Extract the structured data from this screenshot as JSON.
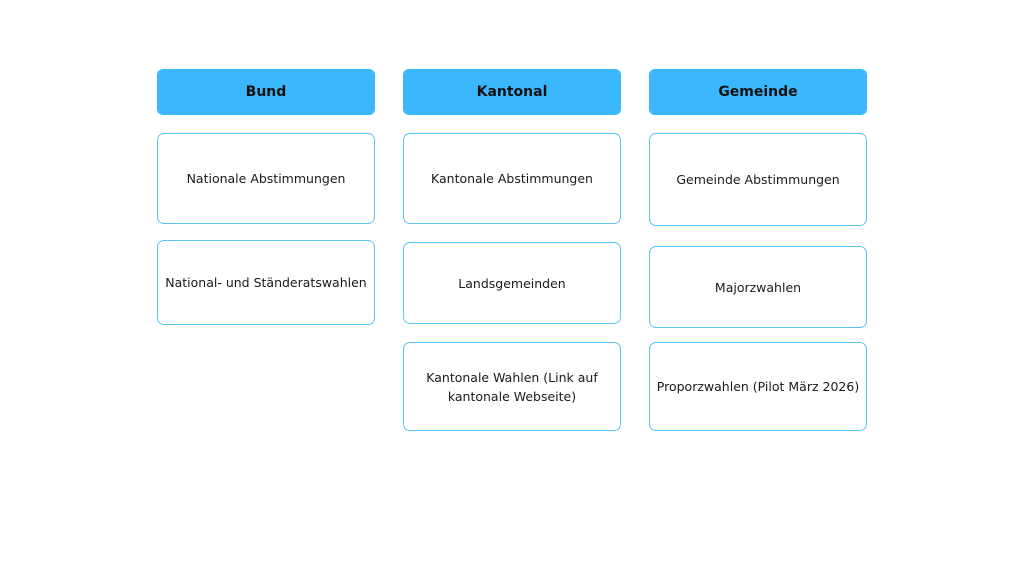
{
  "columns": [
    {
      "title": "Bund",
      "items": [
        "Nationale Abstimmungen",
        "National- und Ständeratswahlen"
      ]
    },
    {
      "title": "Kantonal",
      "items": [
        "Kantonale Abstimmungen",
        "Landsgemeinden",
        "Kantonale Wahlen (Link auf kantonale Webseite)"
      ]
    },
    {
      "title": "Gemeinde",
      "items": [
        "Gemeinde Abstimmungen",
        "Majorzwahlen",
        "Proporzwahlen (Pilot März 2026)"
      ]
    }
  ],
  "colors": {
    "header_bg": "#3bb8fd",
    "card_border": "#5ac4f8"
  }
}
